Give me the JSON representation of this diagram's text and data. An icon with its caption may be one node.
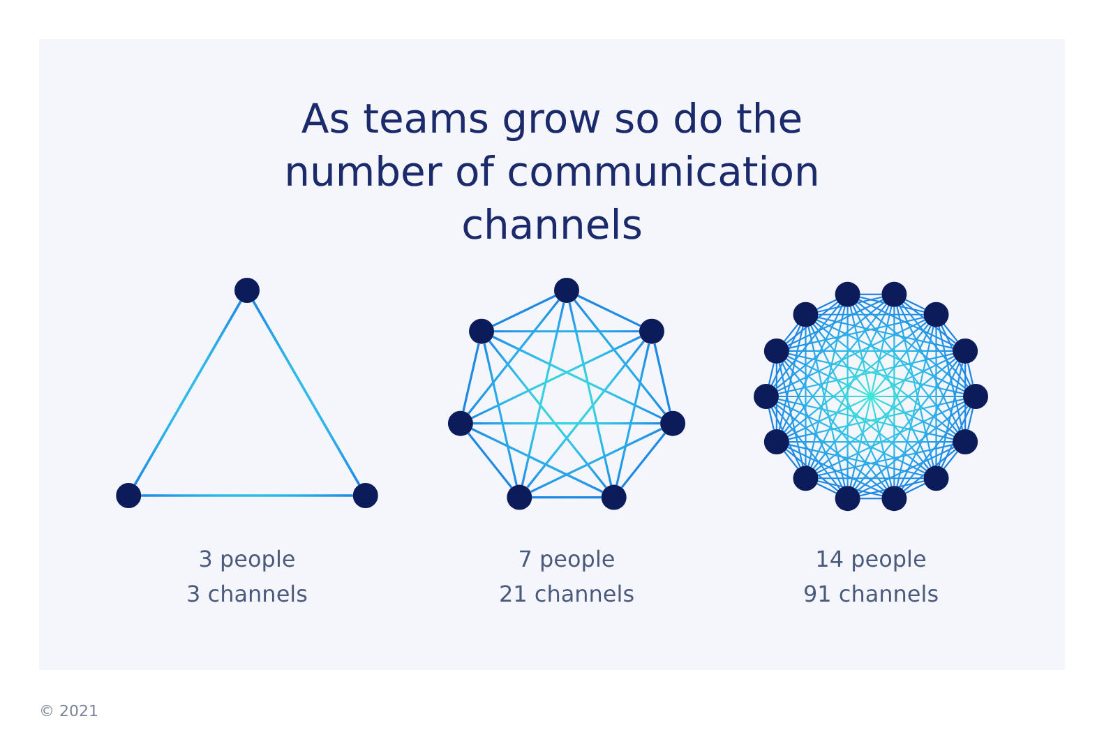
{
  "diagram": {
    "title": "As teams grow so do the number of communication channels",
    "nodes": [
      {
        "text": [],
        "shape": "circle"
      },
      {
        "text": [],
        "shape": "circle"
      },
      {
        "text": [],
        "shape": "circle"
      },
      {
        "text": [],
        "shape": "circle"
      },
      {
        "text": [],
        "shape": "circle"
      },
      {
        "text": [],
        "shape": "circle"
      },
      {
        "text": [],
        "shape": "circle"
      },
      {
        "text": [],
        "shape": "circle"
      },
      {
        "text": [],
        "shape": "circle"
      },
      {
        "text": [],
        "shape": "circle"
      },
      {
        "text": [],
        "shape": "circle"
      },
      {
        "text": [],
        "shape": "circle"
      },
      {
        "text": [],
        "shape": "circle"
      },
      {
        "text": [],
        "shape": "circle"
      },
      {
        "text": [],
        "shape": "circle"
      },
      {
        "text": [],
        "shape": "circle"
      },
      {
        "text": [],
        "shape": "circle"
      },
      {
        "text": [],
        "shape": "circle"
      },
      {
        "text": [],
        "shape": "circle"
      },
      {
        "text": [],
        "shape": "circle"
      },
      {
        "text": [],
        "shape": "circle"
      },
      {
        "text": [],
        "shape": "circle"
      },
      {
        "text": [],
        "shape": "circle"
      },
      {
        "text": [],
        "shape": "circle"
      }
    ],
    "edges": [
      {
        "from": 0,
        "to": 1,
        "arrow": "none"
      },
      {
        "from": 0,
        "to": 2,
        "arrow": "none"
      },
      {
        "from": 1,
        "to": 2,
        "arrow": "none"
      },
      {
        "from": 3,
        "to": 4,
        "arrow": "none"
      },
      {
        "from": 3,
        "to": 5,
        "arrow": "none"
      },
      {
        "from": 3,
        "to": 6,
        "arrow": "none"
      },
      {
        "from": 3,
        "to": 7,
        "arrow": "none"
      },
      {
        "from": 3,
        "to": 8,
        "arrow": "none"
      },
      {
        "from": 3,
        "to": 9,
        "arrow": "none"
      },
      {
        "from": 4,
        "to": 5,
        "arrow": "none"
      },
      {
        "from": 4,
        "to": 6,
        "arrow": "none"
      },
      {
        "from": 4,
        "to": 7,
        "arrow": "none"
      },
      {
        "from": 4,
        "to": 8,
        "arrow": "none"
      },
      {
        "from": 4,
        "to": 9,
        "arrow": "none"
      },
      {
        "from": 5,
        "to": 6,
        "arrow": "none"
      },
      {
        "from": 5,
        "to": 7,
        "arrow": "none"
      },
      {
        "from": 5,
        "to": 8,
        "arrow": "none"
      },
      {
        "from": 5,
        "to": 9,
        "arrow": "none"
      },
      {
        "from": 6,
        "to": 7,
        "arrow": "none"
      },
      {
        "from": 6,
        "to": 8,
        "arrow": "none"
      },
      {
        "from": 6,
        "to": 9,
        "arrow": "none"
      },
      {
        "from": 7,
        "to": 8,
        "arrow": "none"
      },
      {
        "from": 7,
        "to": 9,
        "arrow": "none"
      },
      {
        "from": 8,
        "to": 9,
        "arrow": "none"
      },
      {
        "from": 10,
        "to": 11,
        "arrow": "none"
      },
      {
        "from": 10,
        "to": 12,
        "arrow": "none"
      },
      {
        "from": 10,
        "to": 13,
        "arrow": "none"
      },
      {
        "from": 10,
        "to": 14,
        "arrow": "none"
      },
      {
        "from": 10,
        "to": 15,
        "arrow": "none"
      },
      {
        "from": 10,
        "to": 16,
        "arrow": "none"
      },
      {
        "from": 10,
        "to": 17,
        "arrow": "none"
      },
      {
        "from": 10,
        "to": 18,
        "arrow": "none"
      },
      {
        "from": 10,
        "to": 19,
        "arrow": "none"
      },
      {
        "from": 10,
        "to": 20,
        "arrow": "none"
      },
      {
        "from": 10,
        "to": 21,
        "arrow": "none"
      },
      {
        "from": 10,
        "to": 22,
        "arrow": "none"
      },
      {
        "from": 10,
        "to": 23,
        "arrow": "none"
      },
      {
        "from": 11,
        "to": 12,
        "arrow": "none"
      },
      {
        "from": 11,
        "to": 13,
        "arrow": "none"
      },
      {
        "from": 11,
        "to": 14,
        "arrow": "none"
      },
      {
        "from": 11,
        "to": 15,
        "arrow": "none"
      },
      {
        "from": 11,
        "to": 16,
        "arrow": "none"
      },
      {
        "from": 11,
        "to": 17,
        "arrow": "none"
      },
      {
        "from": 11,
        "to": 18,
        "arrow": "none"
      },
      {
        "from": 11,
        "to": 19,
        "arrow": "none"
      },
      {
        "from": 11,
        "to": 20,
        "arrow": "none"
      },
      {
        "from": 11,
        "to": 21,
        "arrow": "none"
      },
      {
        "from": 11,
        "to": 22,
        "arrow": "none"
      },
      {
        "from": 11,
        "to": 23,
        "arrow": "none"
      },
      {
        "from": 12,
        "to": 13,
        "arrow": "none"
      },
      {
        "from": 12,
        "to": 14,
        "arrow": "none"
      },
      {
        "from": 12,
        "to": 15,
        "arrow": "none"
      },
      {
        "from": 12,
        "to": 16,
        "arrow": "none"
      },
      {
        "from": 12,
        "to": 17,
        "arrow": "none"
      },
      {
        "from": 12,
        "to": 18,
        "arrow": "none"
      },
      {
        "from": 12,
        "to": 19,
        "arrow": "none"
      },
      {
        "from": 12,
        "to": 20,
        "arrow": "none"
      },
      {
        "from": 12,
        "to": 21,
        "arrow": "none"
      },
      {
        "from": 12,
        "to": 22,
        "arrow": "none"
      },
      {
        "from": 12,
        "to": 23,
        "arrow": "none"
      },
      {
        "from": 13,
        "to": 14,
        "arrow": "none"
      },
      {
        "from": 13,
        "to": 15,
        "arrow": "none"
      },
      {
        "from": 13,
        "to": 16,
        "arrow": "none"
      },
      {
        "from": 13,
        "to": 17,
        "arrow": "none"
      },
      {
        "from": 13,
        "to": 18,
        "arrow": "none"
      },
      {
        "from": 13,
        "to": 19,
        "arrow": "none"
      },
      {
        "from": 13,
        "to": 20,
        "arrow": "none"
      },
      {
        "from": 13,
        "to": 21,
        "arrow": "none"
      },
      {
        "from": 13,
        "to": 22,
        "arrow": "none"
      },
      {
        "from": 13,
        "to": 23,
        "arrow": "none"
      },
      {
        "from": 14,
        "to": 15,
        "arrow": "none"
      },
      {
        "from": 14,
        "to": 16,
        "arrow": "none"
      },
      {
        "from": 14,
        "to": 17,
        "arrow": "none"
      },
      {
        "from": 14,
        "to": 18,
        "arrow": "none"
      },
      {
        "from": 14,
        "to": 19,
        "arrow": "none"
      },
      {
        "from": 14,
        "to": 20,
        "arrow": "none"
      },
      {
        "from": 14,
        "to": 21,
        "arrow": "none"
      },
      {
        "from": 14,
        "to": 22,
        "arrow": "none"
      },
      {
        "from": 14,
        "to": 23,
        "arrow": "none"
      },
      {
        "from": 15,
        "to": 16,
        "arrow": "none"
      },
      {
        "from": 15,
        "to": 17,
        "arrow": "none"
      },
      {
        "from": 15,
        "to": 18,
        "arrow": "none"
      },
      {
        "from": 15,
        "to": 19,
        "arrow": "none"
      },
      {
        "from": 15,
        "to": 20,
        "arrow": "none"
      },
      {
        "from": 15,
        "to": 21,
        "arrow": "none"
      },
      {
        "from": 15,
        "to": 22,
        "arrow": "none"
      },
      {
        "from": 15,
        "to": 23,
        "arrow": "none"
      },
      {
        "from": 16,
        "to": 17,
        "arrow": "none"
      },
      {
        "from": 16,
        "to": 18,
        "arrow": "none"
      },
      {
        "from": 16,
        "to": 19,
        "arrow": "none"
      },
      {
        "from": 16,
        "to": 20,
        "arrow": "none"
      },
      {
        "from": 16,
        "to": 21,
        "arrow": "none"
      },
      {
        "from": 16,
        "to": 22,
        "arrow": "none"
      },
      {
        "from": 16,
        "to": 23,
        "arrow": "none"
      },
      {
        "from": 17,
        "to": 18,
        "arrow": "none"
      },
      {
        "from": 17,
        "to": 19,
        "arrow": "none"
      },
      {
        "from": 17,
        "to": 20,
        "arrow": "none"
      },
      {
        "from": 17,
        "to": 21,
        "arrow": "none"
      },
      {
        "from": 17,
        "to": 22,
        "arrow": "none"
      },
      {
        "from": 17,
        "to": 23,
        "arrow": "none"
      },
      {
        "from": 18,
        "to": 19,
        "arrow": "none"
      },
      {
        "from": 18,
        "to": 20,
        "arrow": "none"
      },
      {
        "from": 18,
        "to": 21,
        "arrow": "none"
      },
      {
        "from": 18,
        "to": 22,
        "arrow": "none"
      },
      {
        "from": 18,
        "to": 23,
        "arrow": "none"
      },
      {
        "from": 19,
        "to": 20,
        "arrow": "none"
      },
      {
        "from": 19,
        "to": 21,
        "arrow": "none"
      },
      {
        "from": 19,
        "to": 22,
        "arrow": "none"
      },
      {
        "from": 19,
        "to": 23,
        "arrow": "none"
      },
      {
        "from": 20,
        "to": 21,
        "arrow": "none"
      },
      {
        "from": 20,
        "to": 22,
        "arrow": "none"
      },
      {
        "from": 20,
        "to": 23,
        "arrow": "none"
      },
      {
        "from": 21,
        "to": 22,
        "arrow": "none"
      },
      {
        "from": 21,
        "to": 23,
        "arrow": "none"
      },
      {
        "from": 22,
        "to": 23,
        "arrow": "none"
      }
    ],
    "labels": [
      "3 people",
      "3 channels",
      "7 people",
      "21 channels",
      "14 people",
      "91 channels",
      "© 2021"
    ]
  }
}
